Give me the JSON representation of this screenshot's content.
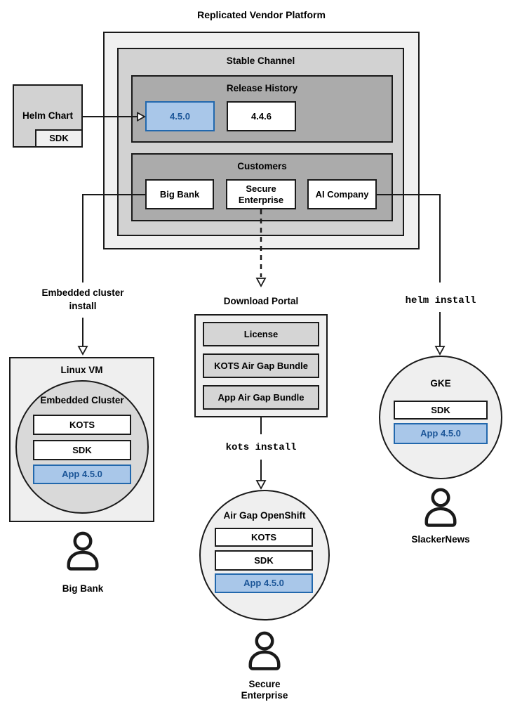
{
  "title": "Replicated Vendor Platform",
  "colors": {
    "highlight_fill": "#a9c7e9",
    "highlight_border": "#2268ad",
    "highlight_text": "#1c5698",
    "outline": "#1a1a1a",
    "platform_bg": "#f0f0f0",
    "channel_bg": "#d2d2d2",
    "section_bg": "#ababab",
    "cluster_circle_bg": "#d9d9d9",
    "node_circle_bg": "#efefef",
    "portal_item_bg": "#d5d5d5"
  },
  "platform": {
    "stable_channel_label": "Stable Channel",
    "release_history_label": "Release History",
    "releases": [
      "4.5.0",
      "4.4.6"
    ],
    "customers_label": "Customers",
    "customers": [
      "Big Bank",
      "Secure Enterprise",
      "AI Company"
    ]
  },
  "helm_chart": {
    "label": "Helm Chart",
    "sdk": "SDK"
  },
  "left_flow": {
    "arrow_label": "Embedded cluster install",
    "vm_label": "Linux VM",
    "cluster_label": "Embedded Cluster",
    "components": [
      "KOTS",
      "SDK",
      "App 4.5.0"
    ],
    "user": "Big Bank"
  },
  "middle_flow": {
    "portal_label": "Download Portal",
    "portal_items": [
      "License",
      "KOTS Air Gap Bundle",
      "App Air Gap Bundle"
    ],
    "install_command": "kots install",
    "cluster_label": "Air Gap OpenShift",
    "components": [
      "KOTS",
      "SDK",
      "App 4.5.0"
    ],
    "user": "Secure Enterprise"
  },
  "right_flow": {
    "install_command": "helm install",
    "cluster_label": "GKE",
    "components": [
      "SDK",
      "App 4.5.0"
    ],
    "user": "SlackerNews"
  }
}
